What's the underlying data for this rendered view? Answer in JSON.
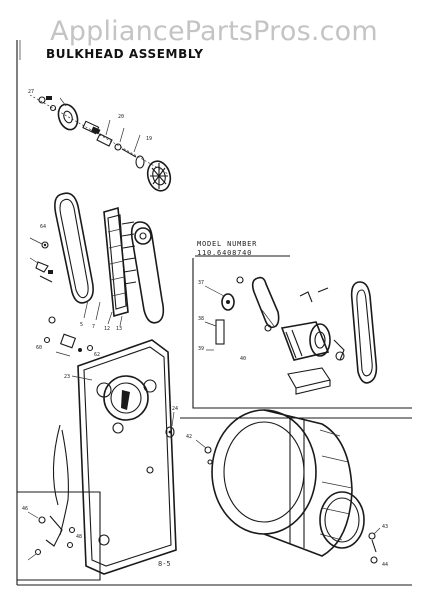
{
  "watermark": "AppliancePartsPros.com",
  "diagram": {
    "title": "BULKHEAD ASSEMBLY",
    "model_label": "MODEL NUMBER",
    "model_number": "110.6408740",
    "page_ref": "8-5"
  }
}
